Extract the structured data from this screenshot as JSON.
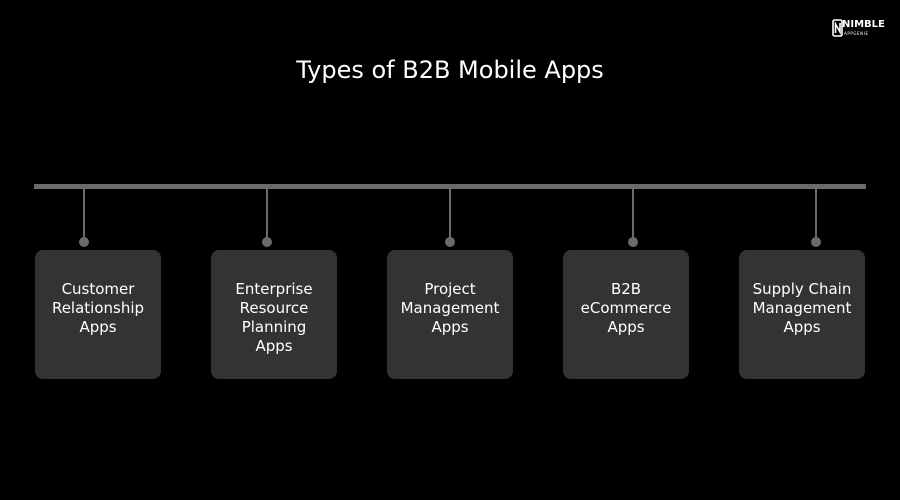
{
  "brand": {
    "logo_text": "NIMBLE",
    "logo_subtext": "APPGENIE"
  },
  "title": "Types of B2B Mobile Apps",
  "items": [
    {
      "label": "Customer\nRelationship\nApps"
    },
    {
      "label": "Enterprise\nResource\nPlanning\nApps"
    },
    {
      "label": "Project\nManagement\nApps"
    },
    {
      "label": "B2B\neCommerce\nApps"
    },
    {
      "label": "Supply Chain\nManagement\nApps"
    }
  ],
  "colors": {
    "background": "#000000",
    "card": "#353332",
    "connector": "#6f6a69",
    "text": "#ffffff"
  }
}
